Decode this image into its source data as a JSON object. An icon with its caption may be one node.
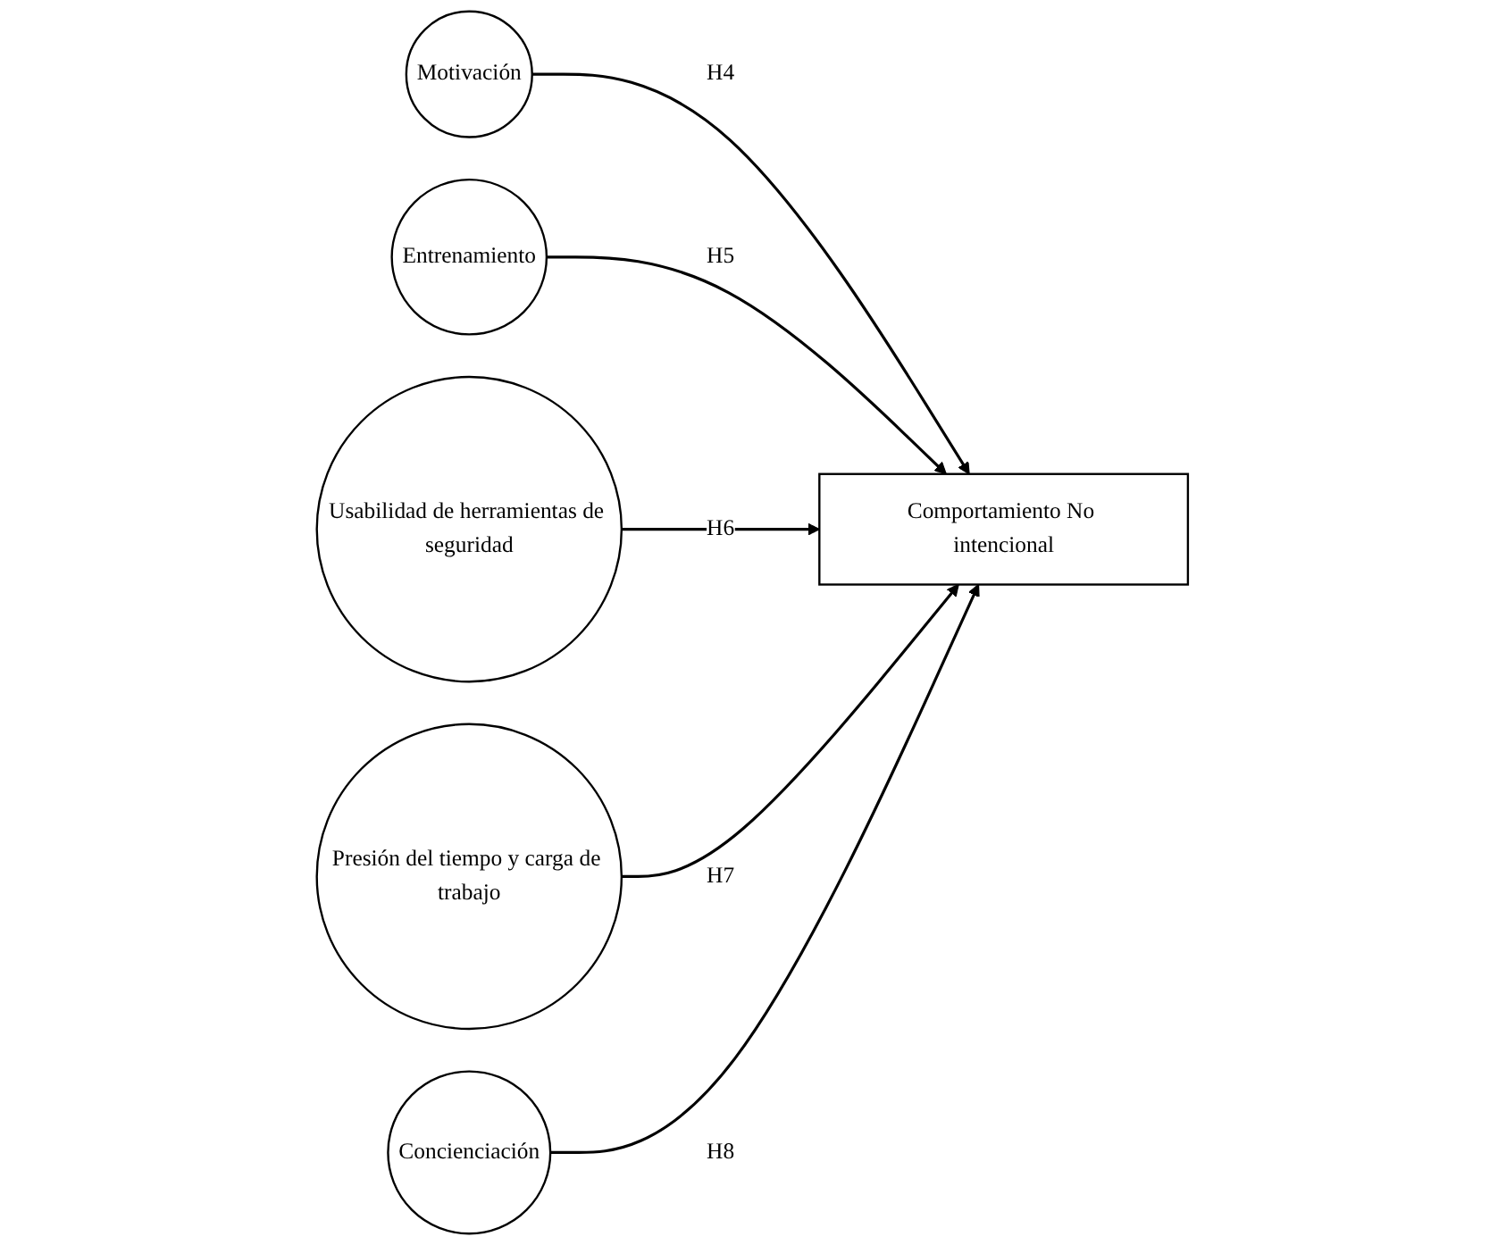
{
  "diagram": {
    "nodes": [
      {
        "text": [
          "Motivación"
        ]
      },
      {
        "text": [
          "Entrenamiento"
        ]
      },
      {
        "text": [
          "Usabilidad de herramientas de seguridad"
        ]
      },
      {
        "text": [
          "Comportamiento No intencional"
        ]
      },
      {
        "text": [
          "Presión del tiempo y carga de trabajo"
        ]
      },
      {
        "text": [
          "Concienciación"
        ]
      }
    ],
    "edges": [
      {
        "from": 0,
        "to": 3,
        "arrow": "to",
        "label": "H4"
      },
      {
        "from": 1,
        "to": 3,
        "arrow": "to",
        "label": "H5"
      },
      {
        "from": 2,
        "to": 3,
        "arrow": "to",
        "label": "H6"
      },
      {
        "from": 4,
        "to": 3,
        "arrow": "to",
        "label": "H7"
      },
      {
        "from": 5,
        "to": 3,
        "arrow": "to",
        "label": "H8"
      }
    ]
  }
}
